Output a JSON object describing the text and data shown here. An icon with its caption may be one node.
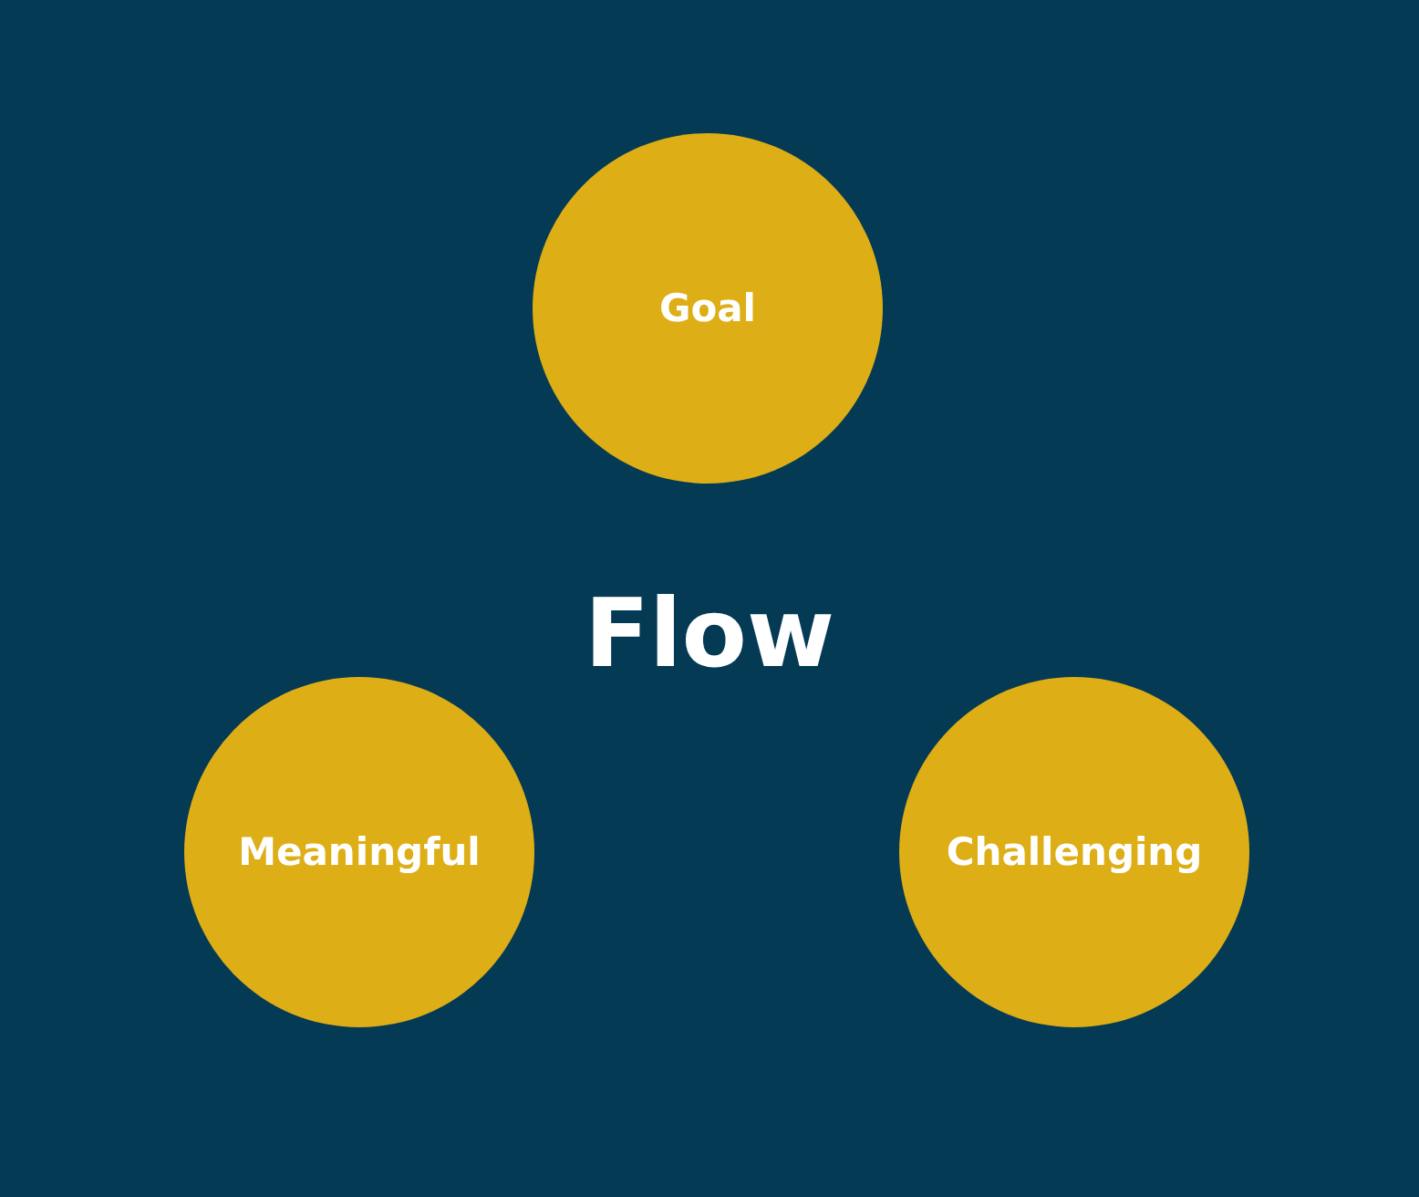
{
  "diagram": {
    "title": "Flow",
    "nodes": [
      {
        "text": [
          "Goal"
        ]
      },
      {
        "text": [
          "Meaningful"
        ]
      },
      {
        "text": [
          "Challenging"
        ]
      }
    ]
  }
}
